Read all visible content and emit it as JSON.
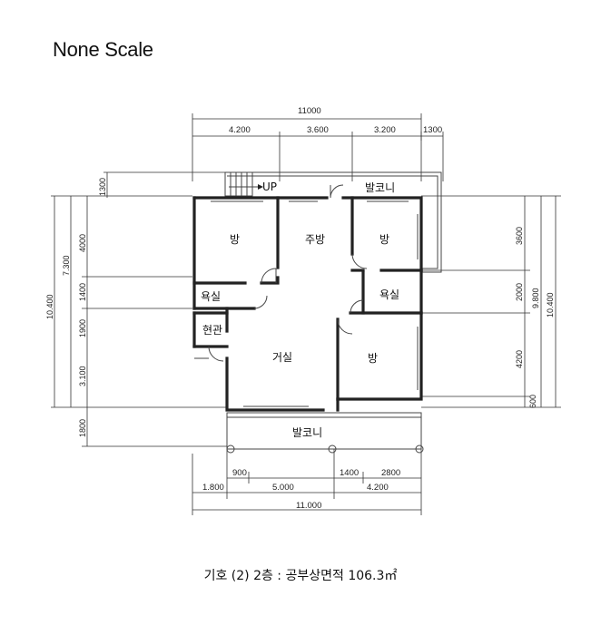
{
  "title": "None Scale",
  "caption": "기호 (2) 2층 : 공부상면적 106.3㎡",
  "top_dims": {
    "total": "11000",
    "seg1": "4.200",
    "seg2": "3.600",
    "seg3": "3.200",
    "seg4": "1300"
  },
  "bottom_dims": {
    "a1": "900",
    "a2": "1400",
    "a3": "2800",
    "b1": "1.800",
    "b2": "5.000",
    "b3": "4.200",
    "total": "11.000"
  },
  "left_dims": {
    "d1300": "1300",
    "d4000": "4000",
    "d1400": "1400",
    "d1900": "1900",
    "d7300": "7.300",
    "d3100": "3.100",
    "d10400": "10.400",
    "d1800": "1800"
  },
  "right_dims": {
    "r3600": "3600",
    "r2000": "2000",
    "r4200": "4200",
    "r600": "600",
    "r9800": "9.800",
    "r10400": "10.400"
  },
  "rooms": {
    "bang1": "방",
    "kitchen": "주방",
    "bang2": "방",
    "bath1": "욕실",
    "bath2": "욕실",
    "entry": "현관",
    "living": "거실",
    "bang3": "방",
    "balcony_top": "발코니",
    "balcony_bottom": "발코니",
    "up": "UP"
  }
}
